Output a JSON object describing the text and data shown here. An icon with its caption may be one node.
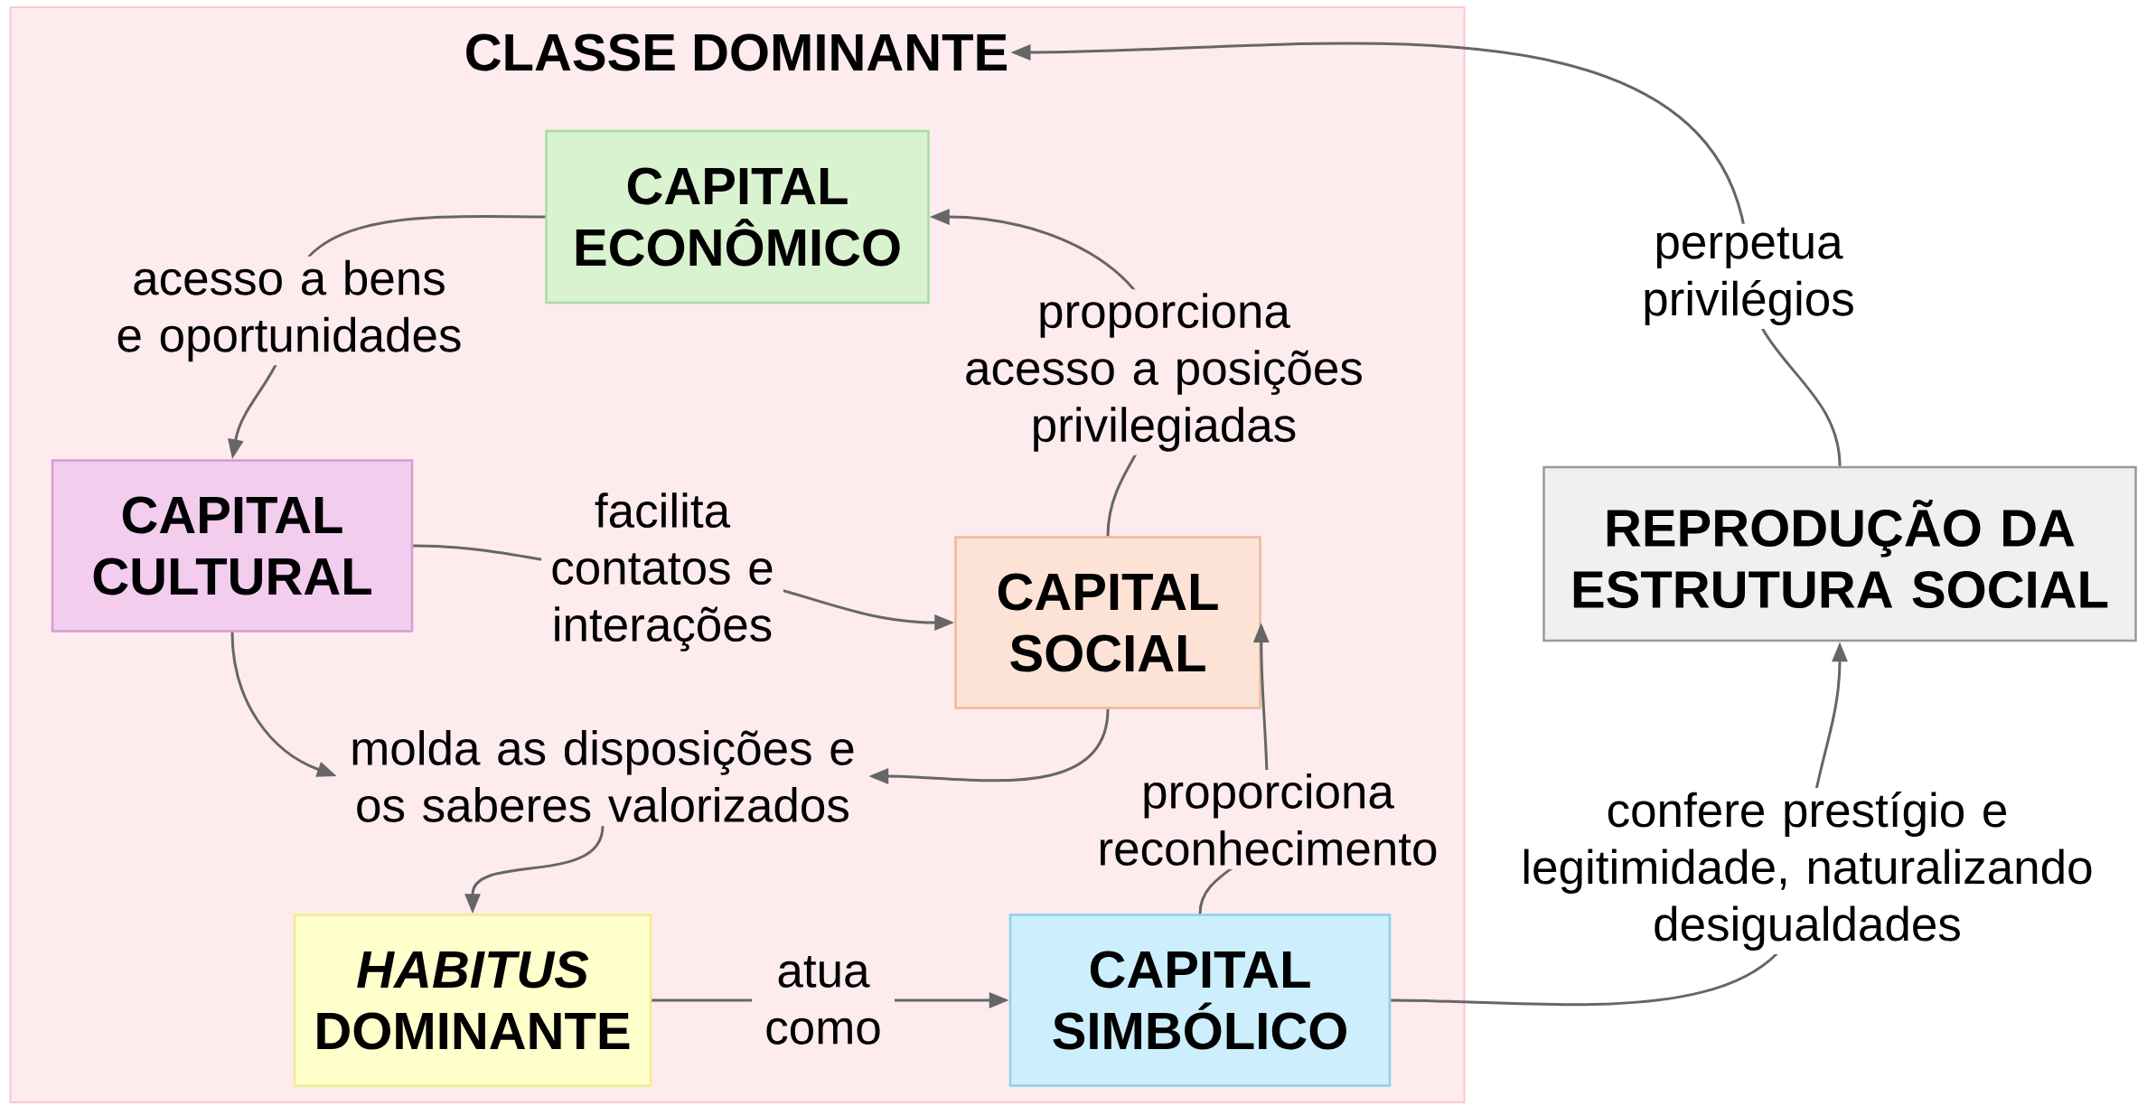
{
  "diagram": {
    "nodes": [
      {
        "text": [
          "CLASSE DOMINANTE"
        ]
      },
      {
        "text": [
          "CAPITAL ECONÔMICO"
        ],
        "in": 0
      },
      {
        "text": [
          "CAPITAL CULTURAL"
        ],
        "in": 0
      },
      {
        "text": [
          "CAPITAL SOCIAL"
        ],
        "in": 0
      },
      {
        "text": [
          "molda as disposições e os saberes valorizados"
        ],
        "in": 0
      },
      {
        "text": [
          "*HABITUS* DOMINANTE"
        ],
        "in": 0
      },
      {
        "text": [
          "CAPITAL SIMBÓLICO"
        ],
        "in": 0
      },
      {
        "text": [
          "REPRODUÇÃO DA ESTRUTURA SOCIAL"
        ]
      }
    ],
    "edges": [
      {
        "from": 1,
        "to": 2,
        "arrow": "to",
        "label": "acesso a bens e oportunidades"
      },
      {
        "from": 3,
        "to": 1,
        "arrow": "to",
        "label": "proporciona acesso a posições privilegiadas"
      },
      {
        "from": 2,
        "to": 3,
        "arrow": "to",
        "label": "facilita contatos e interações"
      },
      {
        "from": 2,
        "to": 4,
        "arrow": "to"
      },
      {
        "from": 3,
        "to": 4,
        "arrow": "to"
      },
      {
        "from": 4,
        "to": 5,
        "arrow": "to"
      },
      {
        "from": 5,
        "to": 6,
        "arrow": "to",
        "label": "atua como"
      },
      {
        "from": 6,
        "to": 3,
        "arrow": "to",
        "label": "proporciona reconhecimento"
      },
      {
        "from": 6,
        "to": 7,
        "arrow": "to",
        "label": "confere prestígio e legitimidade, naturalizando desigualdades"
      },
      {
        "from": 7,
        "to": 0,
        "arrow": "to",
        "label": "perpetua privilégios"
      }
    ]
  }
}
